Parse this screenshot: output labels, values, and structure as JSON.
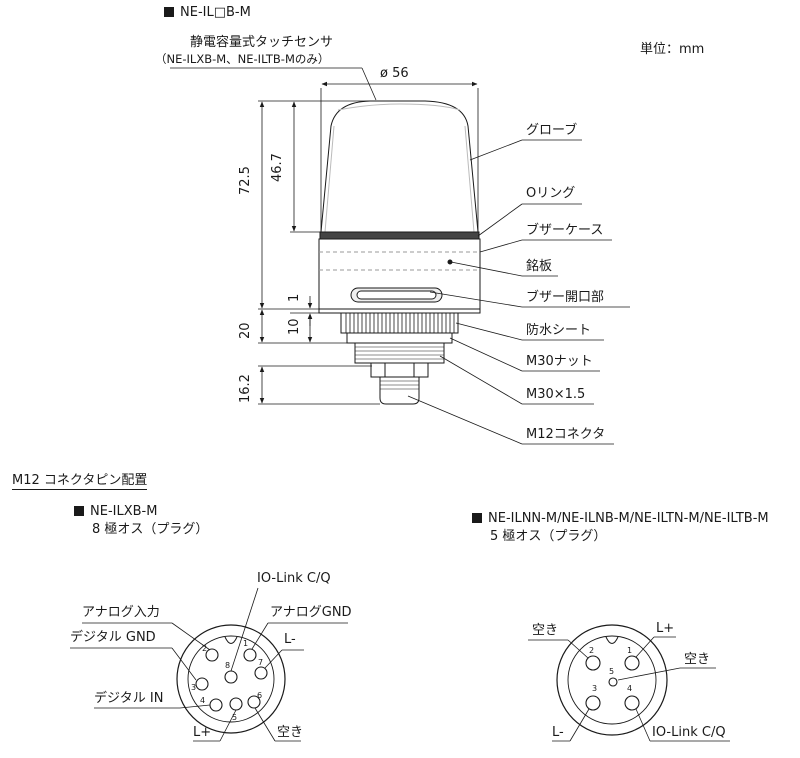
{
  "top_figure": {
    "model_title": "NE-IL□B-M",
    "unit_label": "単位：mm",
    "sensor_label": "静電容量式タッチセンサ",
    "sensor_models": "（NE-ILXB-M、NE-ILTB-Mのみ）",
    "dim_diameter": "ø 56",
    "dim_46_7": "46.7",
    "dim_72_5": "72.5",
    "dim_1": "1",
    "dim_10": "10",
    "dim_20": "20",
    "dim_16_2": "16.2",
    "callouts": {
      "globe": "グローブ",
      "o_ring": "Oリング",
      "buzzer_case": "ブザーケース",
      "nameplate": "銘板",
      "buzzer_opening": "ブザー開口部",
      "waterproof_sheet": "防水シート",
      "m30_nut": "M30ナット",
      "m30_thread": "M30×1.5",
      "m12_connector": "M12コネクタ"
    }
  },
  "pin_section": {
    "heading": "M12 コネクタピン配置",
    "left": {
      "model": "NE-ILXB-M",
      "desc": "8 極オス（プラグ）",
      "labels": {
        "io_link": "IO-Link C/Q",
        "analog_in": "アナログ入力",
        "analog_gnd": "アナログGND",
        "digital_gnd": "デジタル GND",
        "l_minus": "L-",
        "digital_in": "デジタル IN",
        "l_plus": "L+",
        "empty": "空き"
      },
      "pin_numbers": [
        "1",
        "2",
        "3",
        "4",
        "5",
        "6",
        "7",
        "8"
      ]
    },
    "right": {
      "model": "NE-ILNN-M/NE-ILNB-M/NE-ILTN-M/NE-ILTB-M",
      "desc": "5 極オス（プラグ）",
      "labels": {
        "empty_1": "空き",
        "l_plus": "L+",
        "empty_2": "空き",
        "l_minus": "L-",
        "io_link": "IO-Link C/Q"
      },
      "pin_numbers": [
        "1",
        "2",
        "3",
        "4",
        "5"
      ]
    }
  }
}
